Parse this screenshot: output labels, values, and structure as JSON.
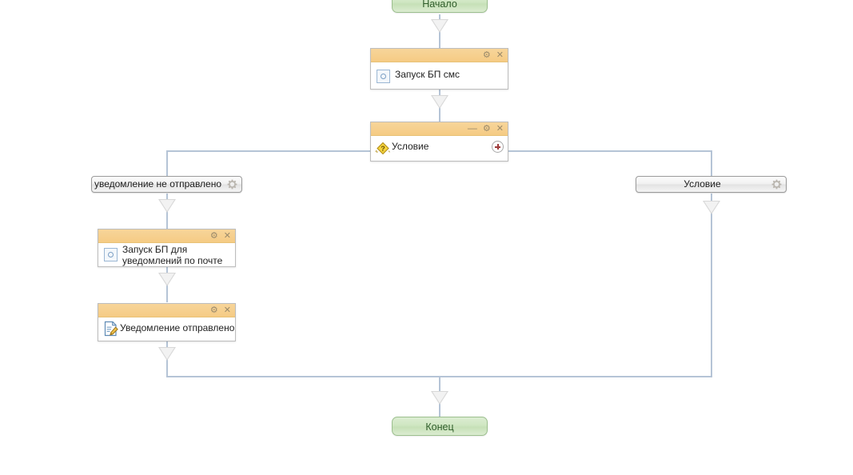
{
  "diagram": {
    "type": "workflow-flowchart",
    "language": "ru",
    "background_color": "#ffffff",
    "connector_color": "#b5c4d6",
    "accent_header_color": "#f5cb84",
    "terminal_color": "#cfe6c2"
  },
  "nodes": {
    "start": {
      "label": "Начало",
      "kind": "terminal-start"
    },
    "task_sms": {
      "label": "Запуск БП смс",
      "kind": "task",
      "icon": "process-circle-icon",
      "tools": {
        "gear": "⚙",
        "close": "✕"
      }
    },
    "condition": {
      "label": "Условие",
      "kind": "condition",
      "icon": "condition-diamond-icon",
      "tools": {
        "minimize": "—",
        "gear": "⚙",
        "close": "✕"
      },
      "add_branch": "+"
    },
    "branch_left": {
      "label": "уведомление не отправлено",
      "kind": "branch-condition",
      "icon": "gear-icon"
    },
    "branch_right": {
      "label": "Условие",
      "kind": "branch-condition",
      "icon": "gear-icon"
    },
    "task_mail": {
      "label": "Запуск БП для\nуведомлений по почте",
      "kind": "task",
      "icon": "process-circle-icon",
      "tools": {
        "gear": "⚙",
        "close": "✕"
      }
    },
    "task_notified": {
      "label": "Уведомление отправлено",
      "kind": "task",
      "icon": "document-edit-icon",
      "tools": {
        "gear": "⚙",
        "close": "✕"
      }
    },
    "end": {
      "label": "Конец",
      "kind": "terminal-end"
    }
  }
}
